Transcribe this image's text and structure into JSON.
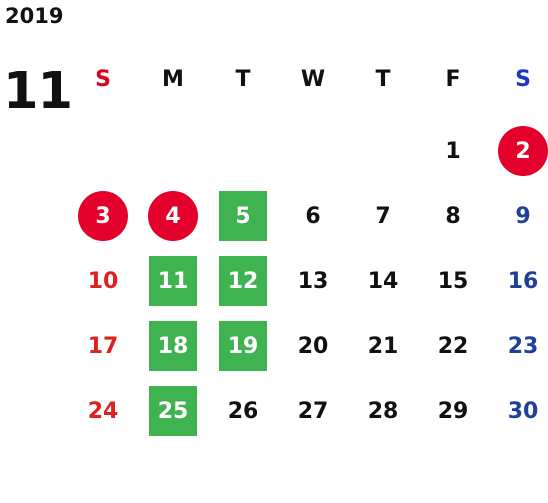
{
  "calendar": {
    "year": "2019",
    "month": "11",
    "weekdays": [
      {
        "label": "S",
        "color": "#e0001b"
      },
      {
        "label": "M",
        "color": "#111111"
      },
      {
        "label": "T",
        "color": "#111111"
      },
      {
        "label": "W",
        "color": "#111111"
      },
      {
        "label": "T",
        "color": "#111111"
      },
      {
        "label": "F",
        "color": "#111111"
      },
      {
        "label": "S",
        "color": "#1a37c8"
      }
    ],
    "colors": {
      "weekday_text": "#111111",
      "sunday_text": "#e02020",
      "saturday_text": "#1f3f9a",
      "holiday_circle": "#e3002a",
      "highlight_square": "#3fb34f"
    },
    "days": [
      {
        "day": "1",
        "col": 5,
        "week": 0,
        "mark": "none"
      },
      {
        "day": "2",
        "col": 6,
        "week": 0,
        "mark": "circle"
      },
      {
        "day": "3",
        "col": 0,
        "week": 1,
        "mark": "circle"
      },
      {
        "day": "4",
        "col": 1,
        "week": 1,
        "mark": "circle"
      },
      {
        "day": "5",
        "col": 2,
        "week": 1,
        "mark": "square"
      },
      {
        "day": "6",
        "col": 3,
        "week": 1,
        "mark": "none"
      },
      {
        "day": "7",
        "col": 4,
        "week": 1,
        "mark": "none"
      },
      {
        "day": "8",
        "col": 5,
        "week": 1,
        "mark": "none"
      },
      {
        "day": "9",
        "col": 6,
        "week": 1,
        "mark": "none"
      },
      {
        "day": "10",
        "col": 0,
        "week": 2,
        "mark": "none"
      },
      {
        "day": "11",
        "col": 1,
        "week": 2,
        "mark": "square"
      },
      {
        "day": "12",
        "col": 2,
        "week": 2,
        "mark": "square"
      },
      {
        "day": "13",
        "col": 3,
        "week": 2,
        "mark": "none"
      },
      {
        "day": "14",
        "col": 4,
        "week": 2,
        "mark": "none"
      },
      {
        "day": "15",
        "col": 5,
        "week": 2,
        "mark": "none"
      },
      {
        "day": "16",
        "col": 6,
        "week": 2,
        "mark": "none"
      },
      {
        "day": "17",
        "col": 0,
        "week": 3,
        "mark": "none"
      },
      {
        "day": "18",
        "col": 1,
        "week": 3,
        "mark": "square"
      },
      {
        "day": "19",
        "col": 2,
        "week": 3,
        "mark": "square"
      },
      {
        "day": "20",
        "col": 3,
        "week": 3,
        "mark": "none"
      },
      {
        "day": "21",
        "col": 4,
        "week": 3,
        "mark": "none"
      },
      {
        "day": "22",
        "col": 5,
        "week": 3,
        "mark": "none"
      },
      {
        "day": "23",
        "col": 6,
        "week": 3,
        "mark": "none"
      },
      {
        "day": "24",
        "col": 0,
        "week": 4,
        "mark": "none"
      },
      {
        "day": "25",
        "col": 1,
        "week": 4,
        "mark": "square"
      },
      {
        "day": "26",
        "col": 2,
        "week": 4,
        "mark": "none"
      },
      {
        "day": "27",
        "col": 3,
        "week": 4,
        "mark": "none"
      },
      {
        "day": "28",
        "col": 4,
        "week": 4,
        "mark": "none"
      },
      {
        "day": "29",
        "col": 5,
        "week": 4,
        "mark": "none"
      },
      {
        "day": "30",
        "col": 6,
        "week": 4,
        "mark": "none"
      }
    ]
  }
}
